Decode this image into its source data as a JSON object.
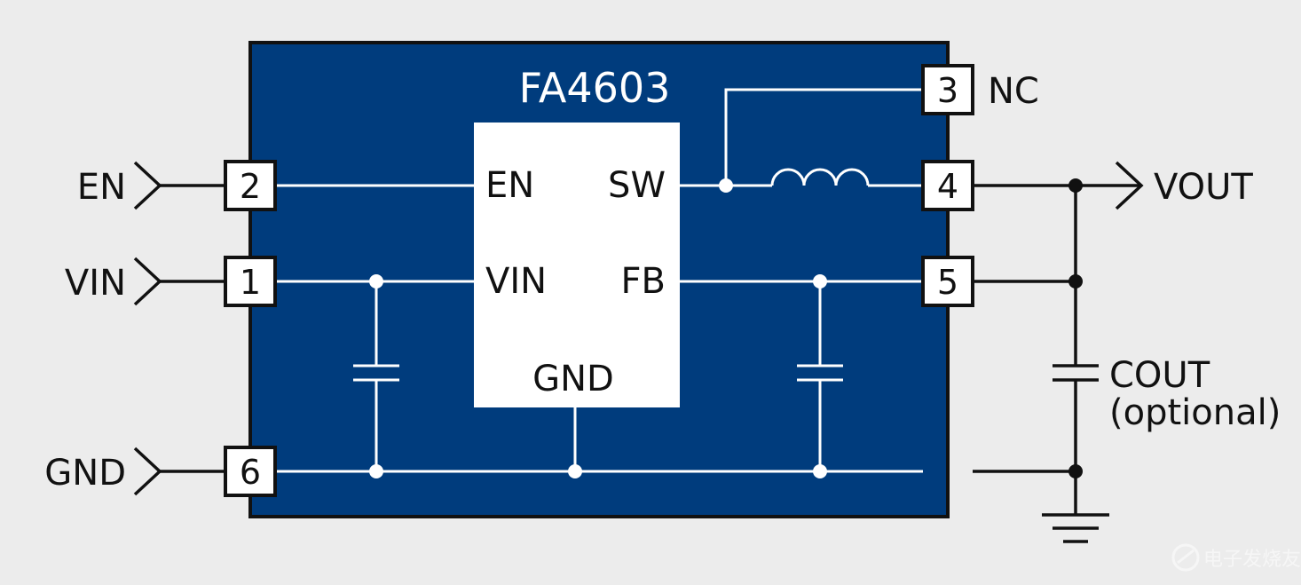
{
  "module": {
    "title": "FA4603",
    "color": "#003c7d"
  },
  "chip": {
    "pins": {
      "en": "EN",
      "sw": "SW",
      "vin": "VIN",
      "fb": "FB",
      "gnd": "GND"
    }
  },
  "pins": [
    {
      "number": "2",
      "signal": "EN"
    },
    {
      "number": "1",
      "signal": "VIN"
    },
    {
      "number": "6",
      "signal": "GND"
    },
    {
      "number": "3",
      "signal": "NC"
    },
    {
      "number": "4",
      "signal": "VOUT"
    },
    {
      "number": "5",
      "signal": ""
    }
  ],
  "external": {
    "cout_label": "COUT",
    "cout_note": "(optional)"
  },
  "watermark": "电子发烧友"
}
